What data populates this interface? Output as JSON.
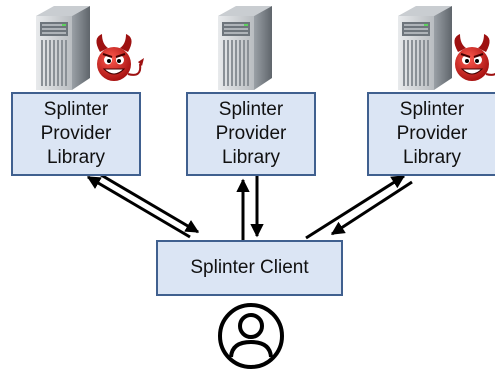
{
  "providers": [
    {
      "line1": "Splinter",
      "line2": "Provider",
      "line3": "Library",
      "malicious": true
    },
    {
      "line1": "Splinter",
      "line2": "Provider",
      "line3": "Library",
      "malicious": false
    },
    {
      "line1": "Splinter",
      "line2": "Provider",
      "line3": "Library",
      "malicious": true
    }
  ],
  "client": {
    "label": "Splinter Client"
  },
  "icons": {
    "server": "server-tower-icon",
    "devil": "devil-face-icon",
    "user": "user-avatar-icon"
  },
  "colors": {
    "box_fill": "#dbe5f4",
    "box_border": "#40608f",
    "arrow": "#000000",
    "devil": "#c8102e"
  }
}
